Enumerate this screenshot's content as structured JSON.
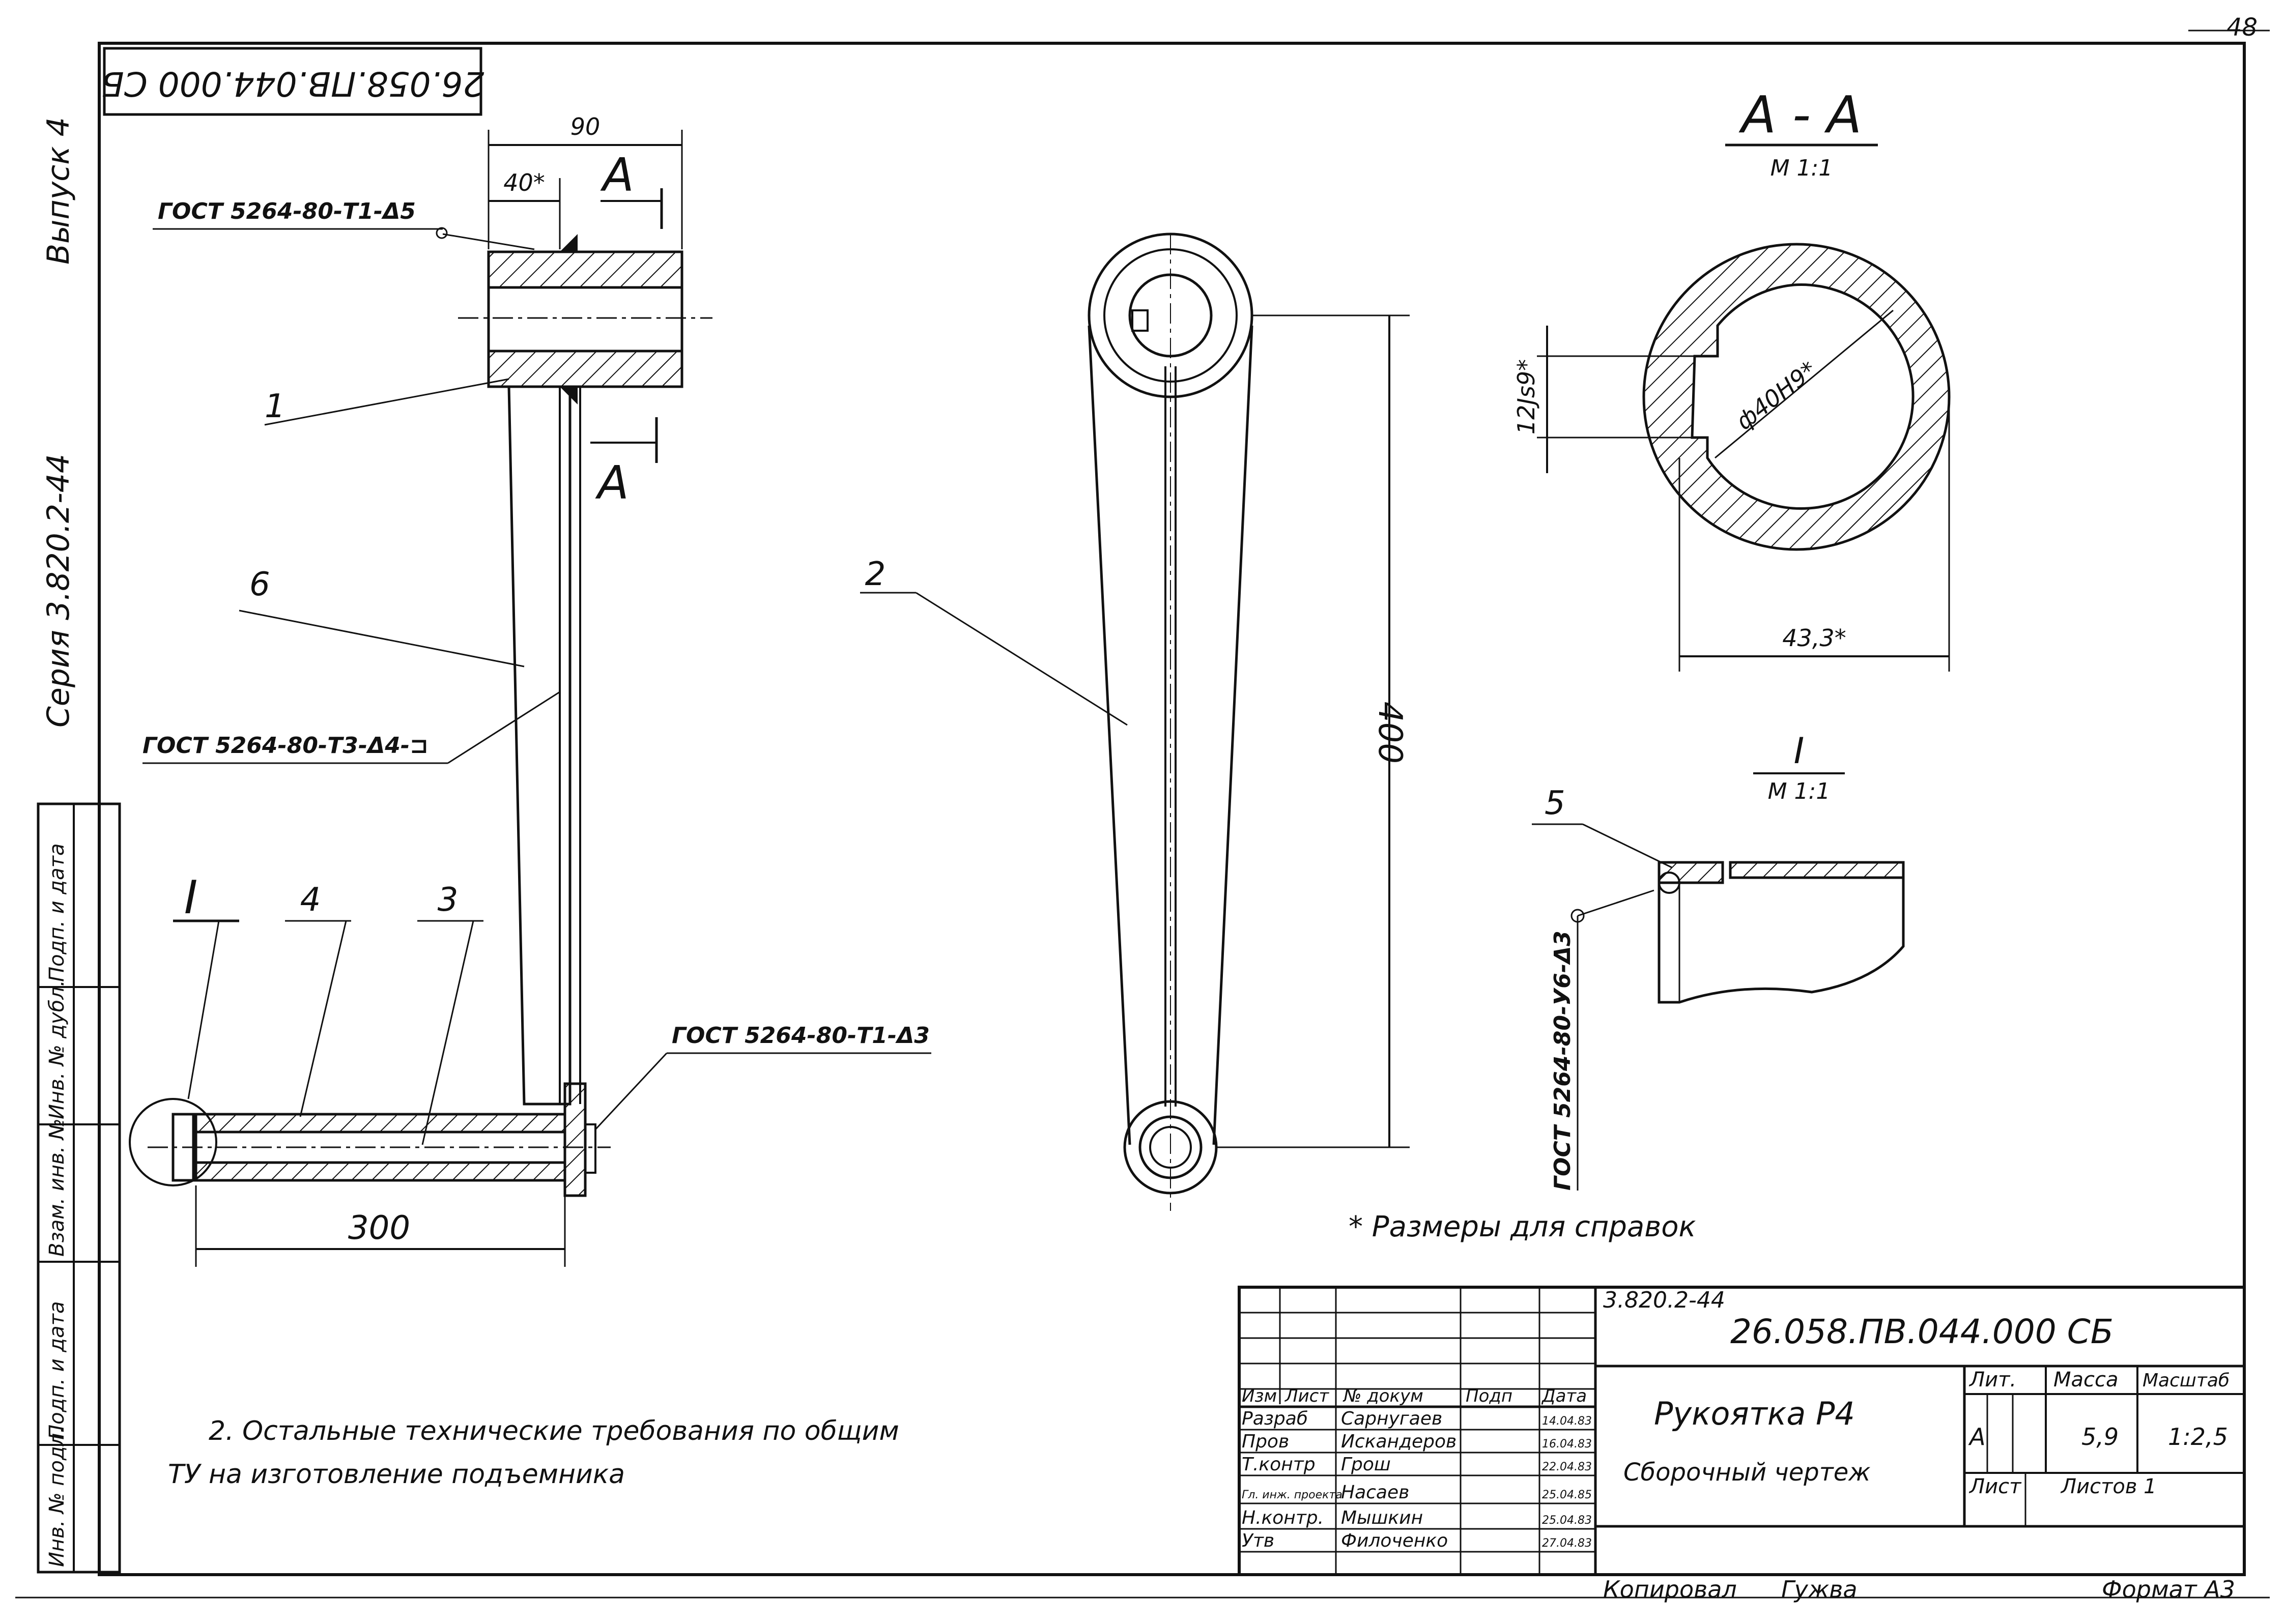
{
  "sheet_number": "48",
  "stamp_code_rotated": "26.058.ПВ.044.000 СБ",
  "side_labels": {
    "vypusk": "Выпуск 4",
    "seriya": "Серия 3.820.2-44"
  },
  "left_strip": [
    "Подп. и дата",
    "Инв. № дубл.",
    "Взам. инв. №",
    "Подп. и дата",
    "Инв. № подл."
  ],
  "front_view": {
    "dim_90": "90",
    "dim_40": "40*",
    "section_mark_A": "А",
    "gost_top": "ГОСТ 5264-80-Т1-Δ5",
    "gost_mid": "ГОСТ 5264-80-Т3-Δ4-⊐",
    "gost_bottom": "ГОСТ 5264-80-Т1-Δ3",
    "pos_1": "1",
    "pos_6": "6",
    "pos_I": "I",
    "pos_4": "4",
    "pos_3": "3",
    "dim_300": "300"
  },
  "side_view": {
    "pos_2": "2",
    "dim_400": "400"
  },
  "section_AA": {
    "title": "А - А",
    "scale": "М 1:1",
    "dim_dia": "ф40Н9*",
    "dim_12": "12Js9*",
    "dim_43": "43,3*"
  },
  "detail_I": {
    "title": "I",
    "scale": "М 1:1",
    "pos_5": "5",
    "gost": "ГОСТ 5264-80-У6-Δ3"
  },
  "note_star": "* Размеры для справок",
  "note_2_line1": "2. Остальные технические требования по общим",
  "note_2_line2": "ТУ на изготовление подъемника",
  "title_block": {
    "series": "3.820.2-44",
    "code": "26.058.ПВ.044.000 СБ",
    "name": "Рукоятка Р4",
    "subtitle": "Сборочный чертеж",
    "col_headers": [
      "Изм",
      "Лист",
      "№ докум",
      "Подп",
      "Дата"
    ],
    "rows": [
      {
        "role": "Разраб",
        "name": "Сарнугаев",
        "date": "14.04.83"
      },
      {
        "role": "Пров",
        "name": "Искандеров",
        "date": "16.04.83"
      },
      {
        "role": "Т.контр",
        "name": "Грош",
        "date": "22.04.83"
      },
      {
        "role": "Гл. инж. проекта",
        "name": "Насаев",
        "date": "25.04.85"
      },
      {
        "role": "Н.контр.",
        "name": "Мышкин",
        "date": "25.04.83"
      },
      {
        "role": "Утв",
        "name": "Филоченко",
        "date": "27.04.83"
      }
    ],
    "lit_label": "Лит.",
    "mass_label": "Масса",
    "scale_label": "Масштаб",
    "lit_value": "А",
    "mass_value": "5,9",
    "scale_value": "1:2,5",
    "sheet_label": "Лист",
    "sheets_label": "Листов 1"
  },
  "footer": {
    "copied": "Копировал",
    "copier": "Гужва",
    "format": "Формат А3"
  }
}
